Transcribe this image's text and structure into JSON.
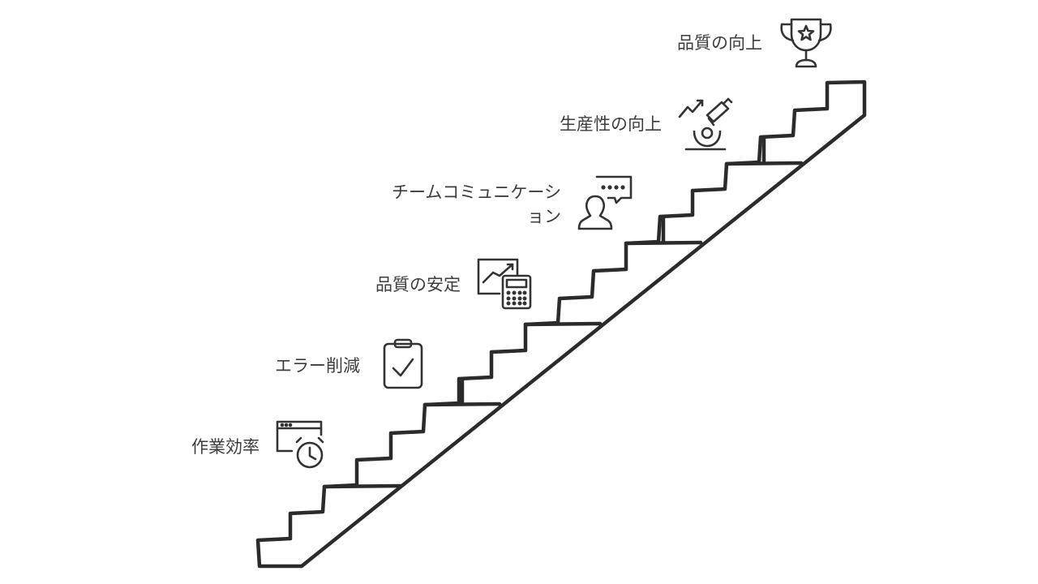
{
  "steps": [
    {
      "label": "作業効率",
      "icon": "calendar-clock-icon"
    },
    {
      "label": "エラー削減",
      "icon": "clipboard-check-icon"
    },
    {
      "label": "品質の安定",
      "icon": "chart-calculator-icon"
    },
    {
      "label_line1": "チームコミュニケーシ",
      "label_line2": "ョン",
      "icon": "person-chat-icon"
    },
    {
      "label": "生産性の向上",
      "icon": "microscope-growth-icon"
    },
    {
      "label": "品質の向上",
      "icon": "trophy-star-icon"
    }
  ],
  "colors": {
    "stroke": "#2b2b2b",
    "text": "#3d3d3d"
  }
}
